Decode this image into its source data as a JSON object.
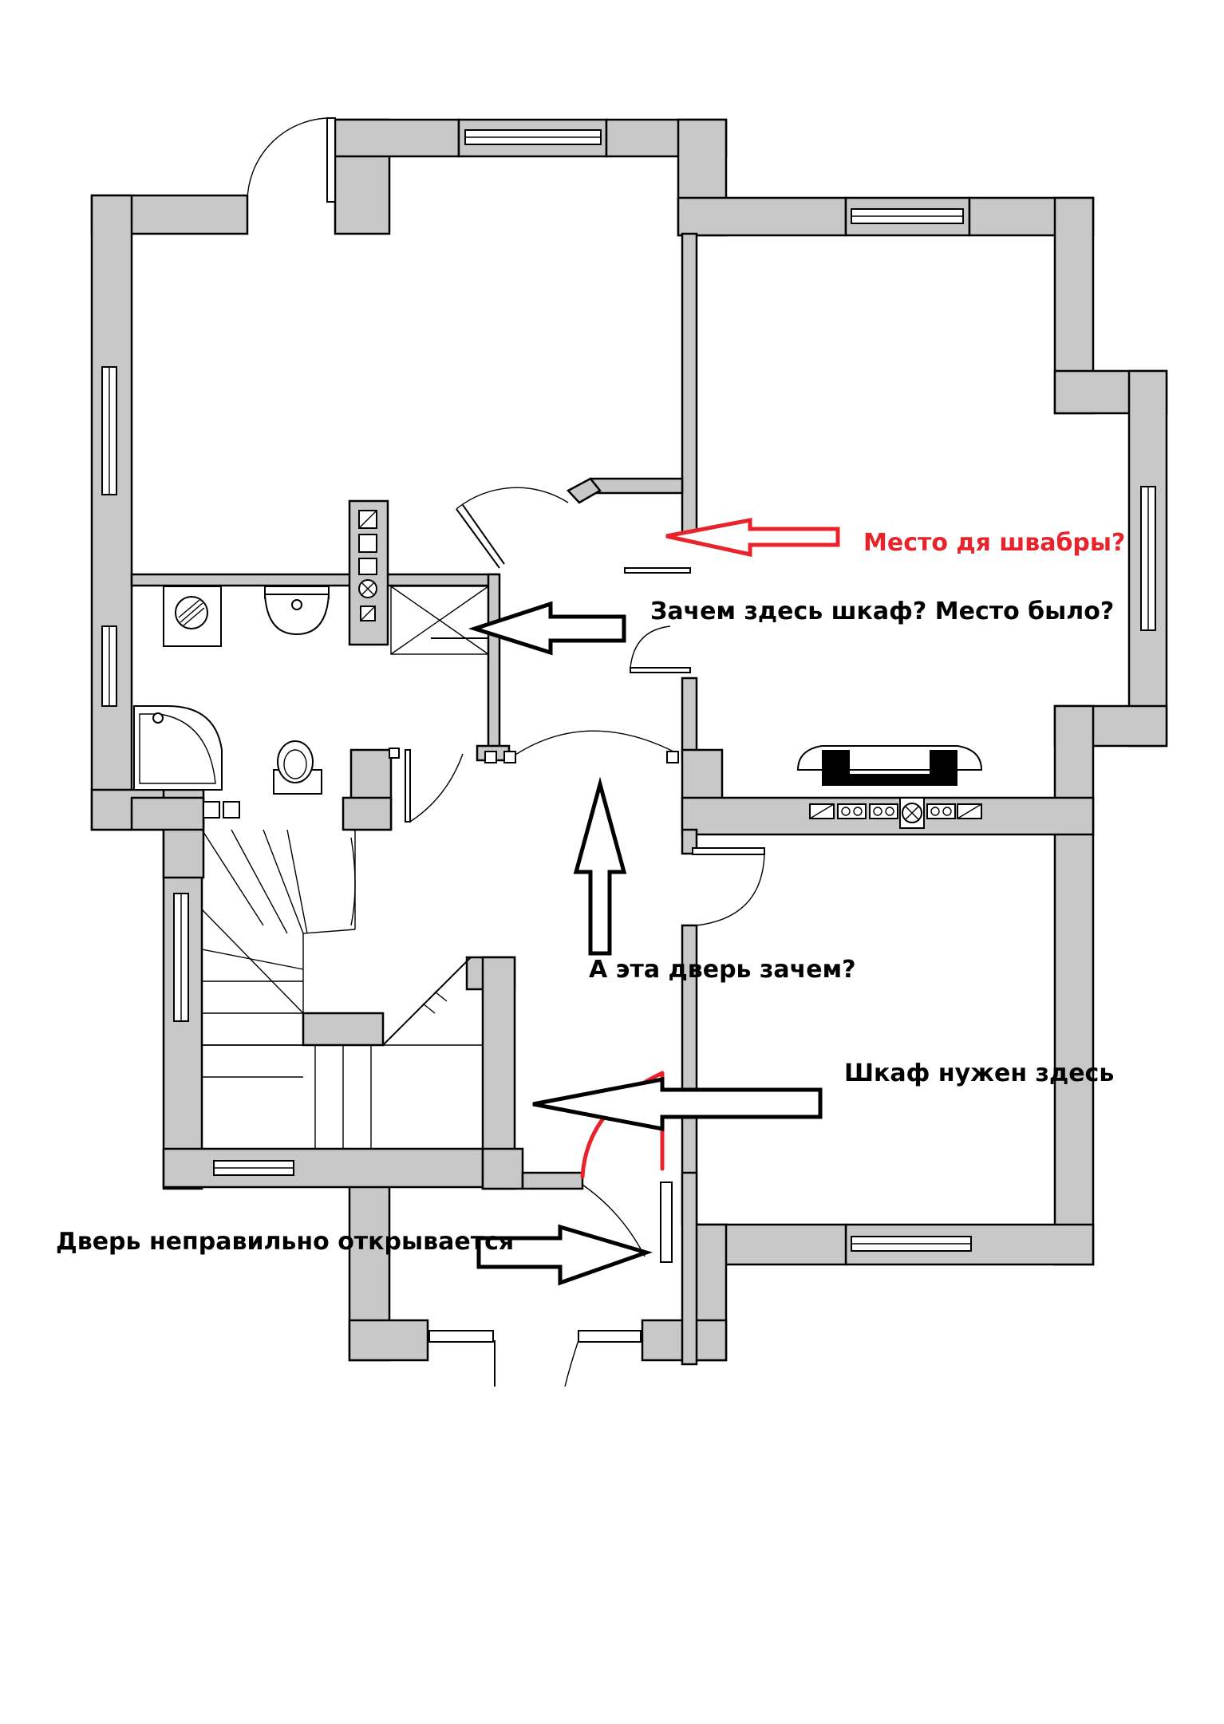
{
  "annotations": {
    "mop_place": "Место дя швабры?",
    "why_closet": "Зачем здесь шкаф? Место было?",
    "why_door": "А эта дверь зачем?",
    "closet_here": "Шкаф нужен здесь",
    "door_wrong": "Дверь неправильно открывается"
  },
  "colors": {
    "wall_fill": "#c8c8c8",
    "line": "#000000",
    "red_annotation": "#e8232c"
  }
}
